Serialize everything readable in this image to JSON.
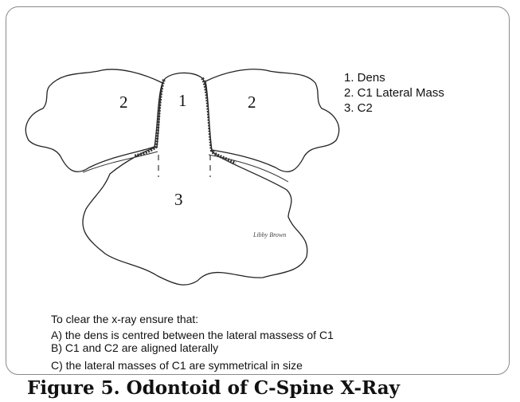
{
  "diagram": {
    "region_labels": {
      "left_lateral_mass": "2",
      "dens": "1",
      "right_lateral_mass": "2",
      "c2": "3"
    },
    "artist_signature": "Libby Brown"
  },
  "legend": {
    "items": [
      "1. Dens",
      "2. C1 Lateral Mass",
      "3. C2"
    ]
  },
  "instructions": {
    "intro": "To clear the x-ray ensure that:",
    "items": [
      "A) the dens is centred between the lateral massess of C1",
      "B) C1 and C2 are aligned laterally",
      "C) the lateral masses of C1 are symmetrical in size"
    ]
  },
  "caption": "Figure 5. Odontoid of C-Spine X-Ray"
}
